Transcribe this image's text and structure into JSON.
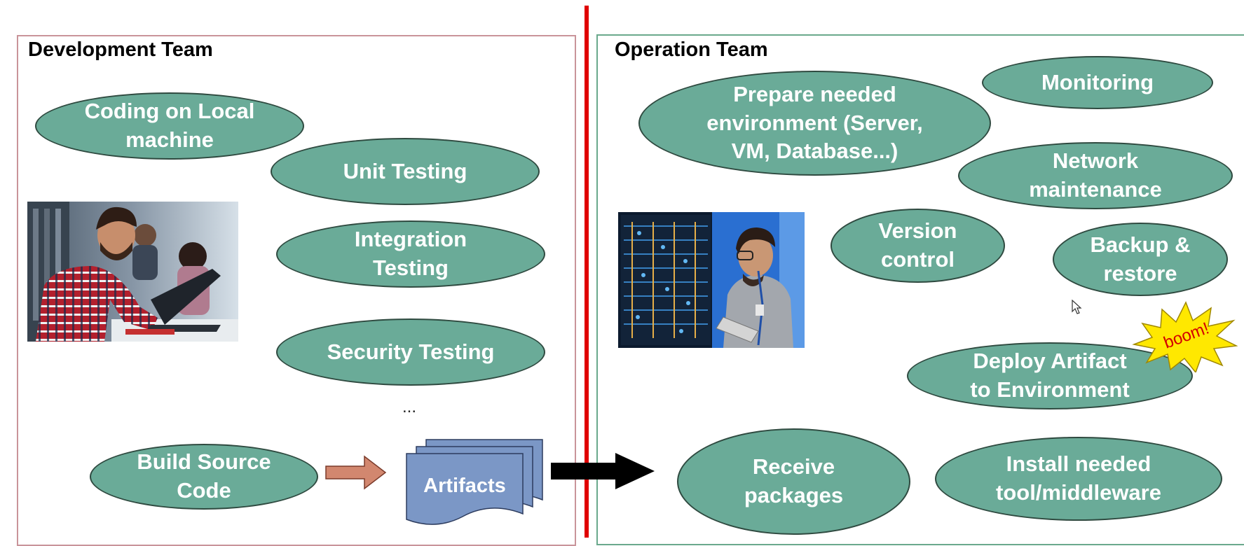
{
  "development": {
    "title": "Development Team",
    "tasks": {
      "coding": "Coding on Local\nmachine",
      "unit_testing": "Unit Testing",
      "integration_testing": "Integration\nTesting",
      "security_testing": "Security Testing",
      "more": "...",
      "build": "Build Source\nCode"
    },
    "artifacts_label": "Artifacts"
  },
  "operation": {
    "title": "Operation Team",
    "tasks": {
      "prepare_env": "Prepare needed\nenvironment (Server,\nVM, Database...)",
      "monitoring": "Monitoring",
      "network": "Network\nmaintenance",
      "version_control": "Version\ncontrol",
      "backup": "Backup &\nrestore",
      "deploy": "Deploy Artifact\nto Environment",
      "receive": "Receive\npackages",
      "install": "Install needed\ntool/middleware"
    },
    "boom_label": "boom!"
  },
  "colors": {
    "ellipse_fill": "#6aab98",
    "ellipse_border": "#2f4a40",
    "divider": "#e00000",
    "dev_border": "#c9949a",
    "ops_border": "#6aa98c",
    "artifact_fill": "#7b97c6",
    "small_arrow": "#d2876f",
    "boom_fill": "#ffe800",
    "boom_text": "#d40000"
  }
}
